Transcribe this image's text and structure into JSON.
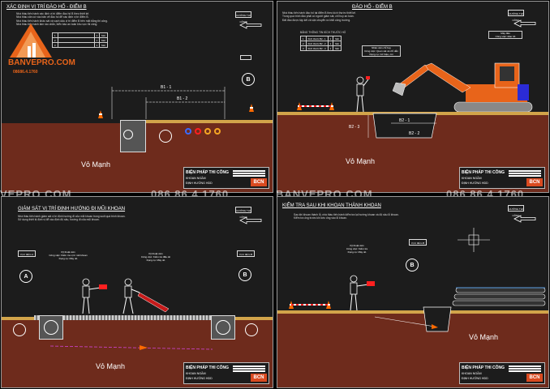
{
  "brand": {
    "name": "BANVEPRO.COM",
    "phone": "08686.4.1760",
    "accent": "#e8641a"
  },
  "watermarks": {
    "left_site": "VEPRO.COM",
    "phone": "086.86.4.1760",
    "right_site": "BANVEPRO.COM",
    "phone2": "086.86.4.1760"
  },
  "title_block": {
    "line1": "BIỆN PHÁP THI CÔNG",
    "line2": "KHOAN NGẦM",
    "line3": "ĐỊNH HƯỚNG HDD",
    "logo": "BCN"
  },
  "panels": {
    "p1": {
      "title": "XÁC ĐỊNH VỊ TRÍ ĐÀO HỐ - ĐIỂM B",
      "notes": [
        "Nhà thầu tiến hành xác định vị trí điểm đào hố B theo thiết kế.",
        "Nhà thầu căn cứ vào bản vẽ đào hố để xác định vị trí điểm B.",
        "Nhà thầu tiến hành khảo sát và vạch dấu vị trí điểm B trên mặt bằng thi công.",
        "Nhà thầu tiến hành làm rào chắn, biển báo an toàn khu vực thi công."
      ],
      "direction": "HƯỚNG THI CÔNG",
      "circle": "B",
      "dim1": "B1 - 1",
      "dim2": "B1 - 2",
      "ground_label": "Vỏ Mạnh"
    },
    "p2": {
      "title": "ĐÀO HỐ - ĐIỂM B",
      "notes": [
        "Nhà thầu tiến hành đào hố tại điểm B theo kích thước thiết kế.",
        "Trong quá trình đào phải có người giám sát, chỉ huy an toàn.",
        "Đất đào được tập kết và vận chuyển ra khỏi công trường."
      ],
      "table_title": "BẢNG THÔNG TIN KÍCH THƯỚC HỐ",
      "table_rows": [
        [
          "1",
          "Kích thước B2 - 1",
          "1",
          "Mét"
        ],
        [
          "2",
          "Kích thước B2 - 2",
          "1",
          "Mét"
        ],
        [
          "3",
          "Kích thước B2 - 3",
          "1",
          "Mét"
        ]
      ],
      "direction": "HƯỚNG THI CÔNG",
      "callout_worker": "Nhân viên chỉ huy\nCông việc: Quan sát và chỉ dẫn\nDụng cụ: Cờ hiệu, còi",
      "callout_machine": "Máy đào\nCông việc: Đào hố",
      "dim1": "B2 - 1",
      "dim2": "B2 - 2",
      "dim3": "B2 - 3",
      "ground_label": "Vỏ Mạnh"
    },
    "p3": {
      "title": "GIÁM SÁT VỊ TRÍ ĐỊNH HƯỚNG ĐI MŨI KHOAN",
      "notes": [
        "Nhà thầu tiến hành giám sát vị trí định hướng đi của mũi khoan trong suốt quá trình khoan.",
        "Sử dụng thiết bị định vị để xác định độ sâu, hướng đi của mũi khoan."
      ],
      "direction": "HƯỚNG THI CÔNG",
      "circle_a": "A",
      "circle_b": "B",
      "pt_a": "Vị trí điểm A",
      "pt_b": "Vị trí điểm B",
      "callout1": "Kỹ thuật viên\nCông việc: Kiểm tra vị trí mũi khoan\nDụng cụ: Máy dò",
      "callout2": "Kỹ thuật viên\nCông việc: Kiểm tra đầu dò\nDụng cụ: Máy dò",
      "ground_label": "Vỏ Mạnh"
    },
    "p4": {
      "title": "KIỂM TRA SAU KHI KHOAN THÀNH KHOAN",
      "notes": [
        "Sau khi khoan thành lỗ, nhà thầu tiến hành kiểm tra lại hướng khoan và độ sâu lỗ khoan.",
        "Kiểm tra ống trước khi kéo ống vào lỗ khoan."
      ],
      "direction": "HƯỚNG THI CÔNG",
      "circle": "B",
      "pt_b": "Vị trí điểm B",
      "callout": "Kỹ thuật viên\nCông việc: Kiểm tra\nDụng cụ: Máy dò",
      "ground_label": "Vỏ Mạnh"
    }
  }
}
